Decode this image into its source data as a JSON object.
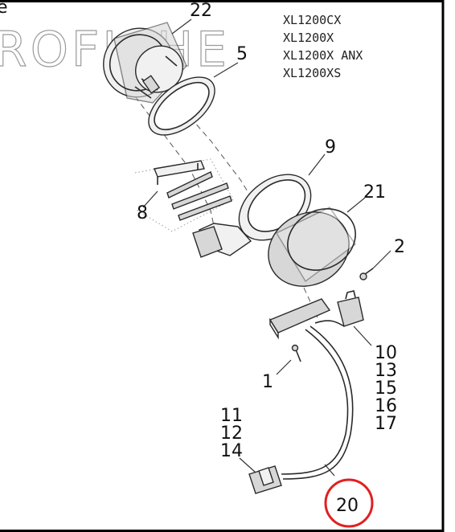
{
  "diagram": {
    "watermark": "ROFICHE",
    "corner_fragment": "e",
    "models": [
      "XL1200CX",
      "XL1200X",
      "XL1200X ANX",
      "XL1200XS"
    ],
    "parts": {
      "p22": "22",
      "p5": "5",
      "p9": "9",
      "p8": "8",
      "p21": "21",
      "p2": "2",
      "p1": "1",
      "group_right": [
        "10",
        "13",
        "15",
        "16",
        "17"
      ],
      "group_left": [
        "11",
        "12",
        "14"
      ],
      "p20": "20"
    },
    "highlight_color": "#e02020"
  }
}
